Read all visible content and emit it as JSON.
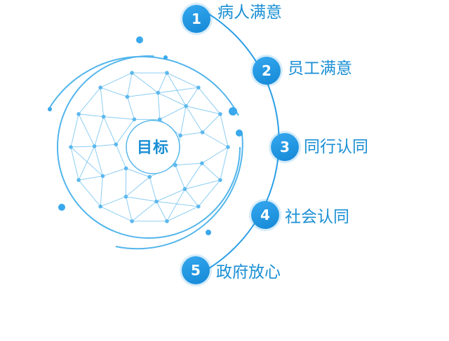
{
  "center": {
    "label": "目标"
  },
  "goals": [
    {
      "number": "1",
      "label": "病人满意"
    },
    {
      "number": "2",
      "label": "员工满意"
    },
    {
      "number": "3",
      "label": "同行认同"
    },
    {
      "number": "4",
      "label": "社会认同"
    },
    {
      "number": "5",
      "label": "政府放心"
    }
  ],
  "colors": {
    "accent": "#1a8fd4",
    "node": "#1e96e6",
    "network": "#5bb8ee",
    "ring": "#52b5ec"
  },
  "icons": {
    "center_graphic": "network-sphere-icon"
  }
}
